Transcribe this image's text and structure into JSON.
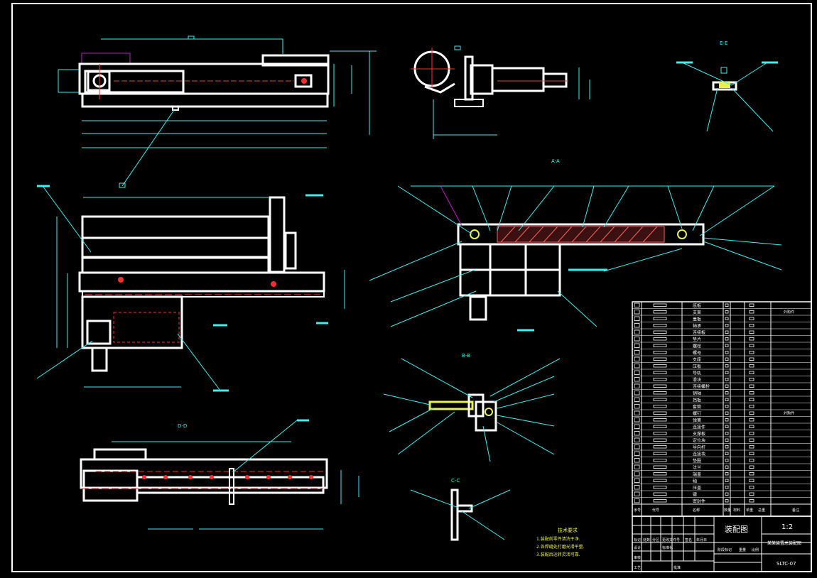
{
  "drawing": {
    "section_labels": {
      "a_a": "A-A",
      "b_b": "B-B",
      "c_c": "C-C",
      "d_d": "D-D",
      "e_e": "E-E"
    },
    "notes": {
      "title": "技术要求",
      "lines": [
        "1.装配前零件清洗干净.",
        "2.各焊缝处打磨光滑平整.",
        "3.装配后运转灵活可靠."
      ]
    },
    "title_block": {
      "drawing_name": "装配图",
      "scale": "1:2",
      "subtitle": "某某装置总装配图",
      "code": "SLTC-07",
      "parts_list": [
        "底板",
        "支架",
        "盖板",
        "轴承",
        "连接板",
        "垫片",
        "螺栓",
        "螺母",
        "支座",
        "压板",
        "导轨",
        "滑块",
        "连接螺栓",
        "销轴",
        "挡板",
        "套筒",
        "螺钉",
        "弹簧",
        "连接件",
        "支撑板",
        "定位块",
        "导向杆",
        "连接块",
        "垫圈",
        "法兰",
        "端盖",
        "轴",
        "压盖",
        "键",
        "密封件"
      ],
      "parts_right_notes": [
        "外购件",
        "外购件"
      ],
      "header_cells": [
        "序号",
        "代号",
        "名称",
        "数量",
        "材料",
        "单重",
        "总重",
        "备注"
      ],
      "sign_rows": [
        "标记",
        "处数",
        "分区",
        "更改文件号",
        "签名",
        "年月日"
      ],
      "sign_rows2": [
        "设计",
        "标准化",
        "阶段标记",
        "重量",
        "比例"
      ],
      "sign_rows3": [
        "审核",
        "工艺",
        "批准"
      ]
    }
  },
  "colors": {
    "background": "#000000",
    "outline": "#ffffff",
    "dimension": "#3cf0f0",
    "center": "#ff3030",
    "highlight": "#e8f04a",
    "accent": "#c020c0",
    "hatch": "#ff6060"
  }
}
